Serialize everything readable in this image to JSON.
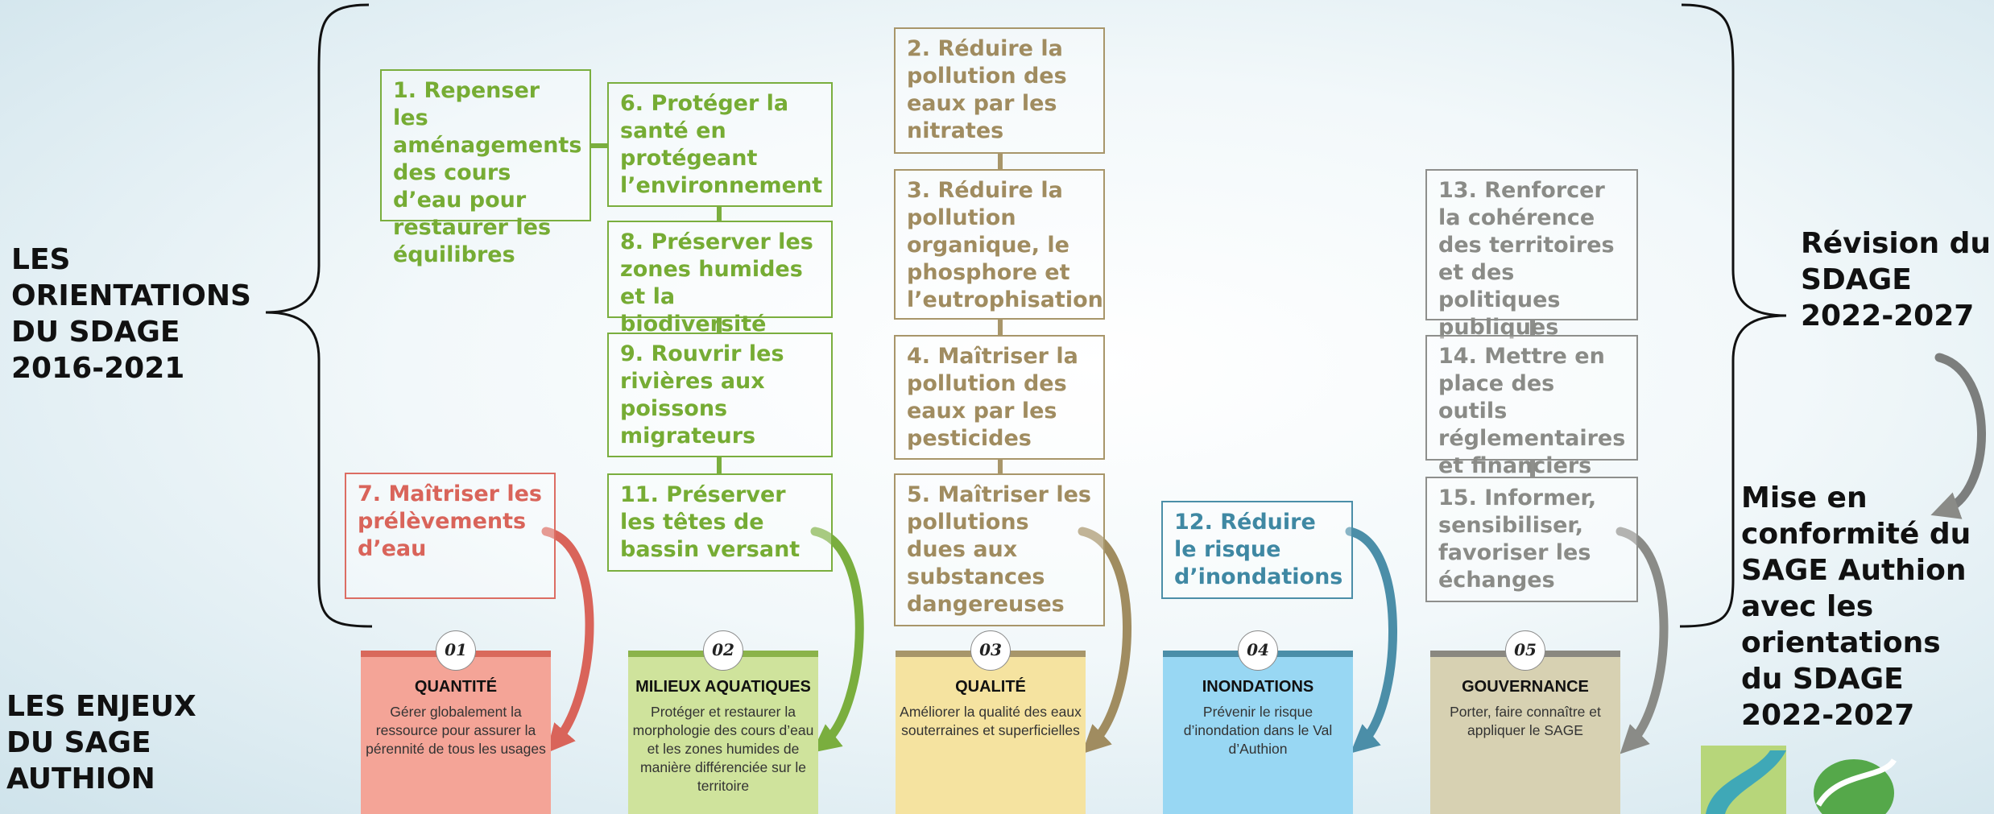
{
  "left_labels": {
    "orientations": "LES ORIENTATIONS DU SDAGE 2016-2021",
    "enjeux": "LES ENJEUX DU SAGE AUTHION"
  },
  "right_labels": {
    "revision": "Révision du SDAGE 2022-2027",
    "conformite": "Mise en conformité du SAGE Authion avec les orientations du SDAGE 2022-2027"
  },
  "orientations": {
    "o1": "1. Repenser les aménagements des cours d’eau pour restaurer les équilibres",
    "o2": "2. Réduire la pollution des eaux par les nitrates",
    "o3": "3. Réduire la pollution organique, le phosphore et l’eutrophisation",
    "o4": "4. Maîtriser la pollution des eaux par les pesticides",
    "o5": "5. Maîtriser les pollutions dues aux substances dangereuses",
    "o6": "6. Protéger la santé en protégeant l’environnement",
    "o7": "7. Maîtriser les prélèvements d’eau",
    "o8": "8. Préserver les zones humides et la biodiversité",
    "o9": "9. Rouvrir les rivières aux poissons migrateurs",
    "o11": "11. Préserver les têtes de bassin versant",
    "o12": "12. Réduire le risque d’inondations",
    "o13": "13. Renforcer la cohérence des territoires et des politiques publiques",
    "o14": "14. Mettre en place des outils réglementaires et financiers",
    "o15": "15. Informer, sensibiliser, favoriser les échanges"
  },
  "enjeux": [
    {
      "num": "01",
      "title": "QUANTITÉ",
      "desc": "Gérer globalement la ressource pour assurer la pérennité de tous les usages",
      "color": "#f4a497",
      "band": "#d9695b"
    },
    {
      "num": "02",
      "title": "MILIEUX AQUATIQUES",
      "desc": "Protéger et restaurer la morphologie des cours d’eau et les zones humides de manière différenciée sur le territoire",
      "color": "#cfe39c",
      "band": "#8bb34a"
    },
    {
      "num": "03",
      "title": "QUALITÉ",
      "desc": "Améliorer la qualité des eaux souterraines et superficielles",
      "color": "#f5e3a0",
      "band": "#a7966a"
    },
    {
      "num": "04",
      "title": "INONDATIONS",
      "desc": "Prévenir le risque d’inondation dans le Val d’Authion",
      "color": "#98d7f3",
      "band": "#4b8ea8"
    },
    {
      "num": "05",
      "title": "GOUVERNANCE",
      "desc": "Porter, faire connaître et appliquer le SAGE",
      "color": "#d7d1b2",
      "band": "#8a8880"
    }
  ],
  "colors": {
    "green": "#76ac34",
    "khaki": "#a08c60",
    "red": "#d9645a",
    "blue": "#3f88a3",
    "gray": "#8a8b87"
  },
  "icons": [
    "brace-left-icon",
    "brace-right-icon",
    "curved-arrow-icon",
    "logo"
  ]
}
